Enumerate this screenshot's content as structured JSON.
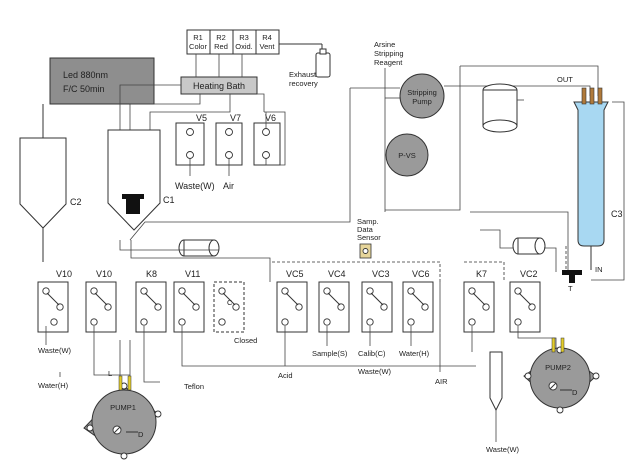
{
  "reagents": [
    {
      "id": "R1",
      "name": "Color"
    },
    {
      "id": "R2",
      "name": "Red"
    },
    {
      "id": "R3",
      "name": "Oxid."
    },
    {
      "id": "R4",
      "name": "Vent"
    }
  ],
  "led": {
    "line1": "Led 880nm",
    "line2": "F/C 50min"
  },
  "heating_bath": "Heating Bath",
  "exhaust": {
    "line1": "Exhaust",
    "line2": "recovery"
  },
  "arsine": {
    "line1": "Arsine",
    "line2": "Stripping",
    "line3": "Reagent"
  },
  "stripping_pump": {
    "line1": "Stripping",
    "line2": "Pump"
  },
  "out": "OUT",
  "in": "IN",
  "pvs": "P-VS",
  "samp_sensor": {
    "line1": "Samp.",
    "line2": "Data",
    "line3": "Sensor"
  },
  "upper_valves": [
    "V5",
    "V7",
    "V6"
  ],
  "waste_w_upper": "Waste(W)",
  "air_upper": "Air",
  "c1": "C1",
  "c2": "C2",
  "c3": "C3",
  "valves": [
    "V10",
    "V10",
    "K8",
    "V11",
    "VC5",
    "VC4",
    "VC3",
    "VC6",
    "K7",
    "VC2"
  ],
  "closed": "Closed",
  "closed_c": "C",
  "inlets": {
    "acid": "Acid",
    "sample": "Sample(S)",
    "calib": "Calib(C)",
    "water_h": "Water(H)",
    "air": "AIR"
  },
  "waste_w_left": "Waste(W)",
  "water_h_left": "Water(H)",
  "waste_w_mid": "Waste(W)",
  "waste_w_bottom": "Waste(W)",
  "teflon": "Teflon",
  "pump1": "PUMP1",
  "pump2": "PUMP2",
  "pump_d": "D",
  "pump_l": "L",
  "tee": "T"
}
